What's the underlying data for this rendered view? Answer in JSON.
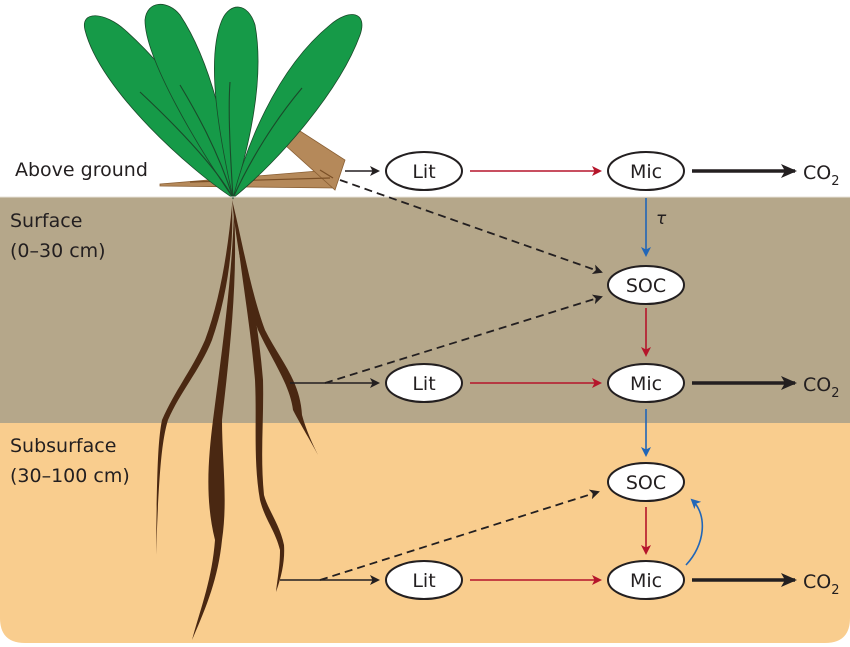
{
  "colors": {
    "above": "#ffffff",
    "surface": "#b5a78a",
    "subsurface": "#f9cd8e",
    "leaf": "#169a48",
    "leaf_vein": "#1a4a2a",
    "litter": "#b5895a",
    "root": "#4a2812",
    "flow_black": "#231f20",
    "flow_red": "#b5152b",
    "flow_blue": "#2166b8"
  },
  "layers": [
    {
      "id": "above",
      "label": "Above ground"
    },
    {
      "id": "surface",
      "label_line1": "Surface",
      "label_line2": "(0–30 cm)"
    },
    {
      "id": "subsurface",
      "label_line1": "Subsurface",
      "label_line2": "(30–100 cm)"
    }
  ],
  "nodes": {
    "lit": "Lit",
    "mic": "Mic",
    "soc": "SOC",
    "co2_main": "CO",
    "co2_sub": "2"
  },
  "annotations": {
    "tau": "τ"
  },
  "flows": [
    {
      "from": "plant-above",
      "to": "lit-above",
      "style": "solid",
      "color": "black"
    },
    {
      "from": "plant-above",
      "to": "soc-surface",
      "style": "dashed",
      "color": "black"
    },
    {
      "from": "lit-above",
      "to": "mic-above",
      "style": "solid",
      "color": "red"
    },
    {
      "from": "mic-above",
      "to": "co2-above",
      "style": "thick",
      "color": "black"
    },
    {
      "from": "mic-above",
      "to": "soc-surface",
      "style": "solid",
      "color": "blue",
      "label": "tau"
    },
    {
      "from": "root-surface",
      "to": "lit-surface",
      "style": "solid",
      "color": "black"
    },
    {
      "from": "root-surface",
      "to": "soc-surface",
      "style": "dashed",
      "color": "black"
    },
    {
      "from": "soc-surface",
      "to": "mic-surface",
      "style": "solid",
      "color": "red"
    },
    {
      "from": "lit-surface",
      "to": "mic-surface",
      "style": "solid",
      "color": "red"
    },
    {
      "from": "mic-surface",
      "to": "co2-surface",
      "style": "thick",
      "color": "black"
    },
    {
      "from": "mic-surface",
      "to": "soc-subsurface",
      "style": "solid",
      "color": "blue"
    },
    {
      "from": "root-subsurface",
      "to": "lit-subsurface",
      "style": "solid",
      "color": "black"
    },
    {
      "from": "root-subsurface",
      "to": "soc-subsurface",
      "style": "dashed",
      "color": "black"
    },
    {
      "from": "soc-subsurface",
      "to": "mic-subsurface",
      "style": "solid",
      "color": "red"
    },
    {
      "from": "mic-subsurface",
      "to": "soc-subsurface",
      "style": "curved",
      "color": "blue"
    },
    {
      "from": "lit-subsurface",
      "to": "mic-subsurface",
      "style": "solid",
      "color": "red"
    },
    {
      "from": "mic-subsurface",
      "to": "co2-subsurface",
      "style": "thick",
      "color": "black"
    }
  ]
}
